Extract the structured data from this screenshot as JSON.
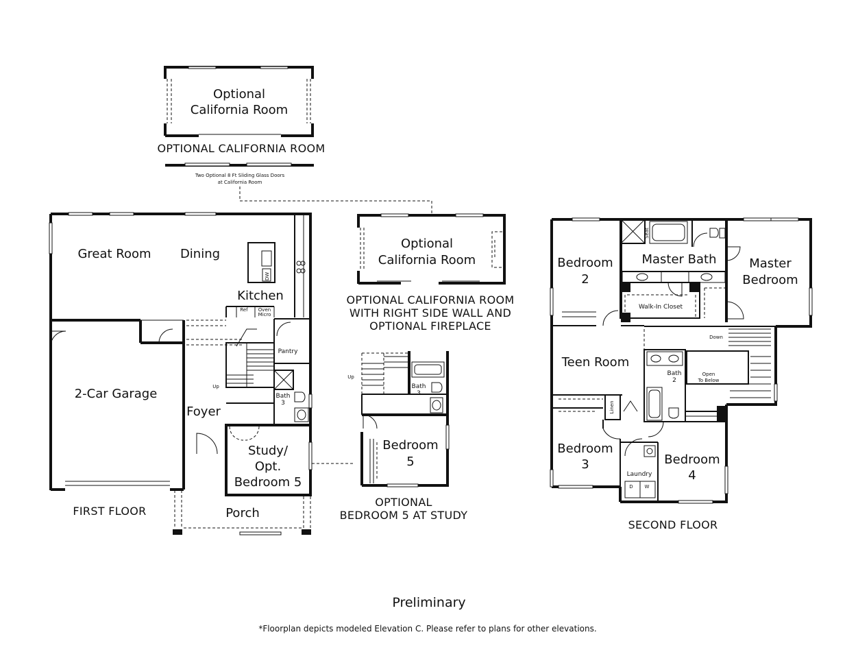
{
  "california_room_top": {
    "room_label_line1": "Optional",
    "room_label_line2": "California Room",
    "caption": "OPTIONAL CALIFORNIA ROOM",
    "note_line1": "Two Optional 8 Ft Sliding Glass Doors",
    "note_line2": "at California Room"
  },
  "first_floor": {
    "caption": "FIRST FLOOR",
    "rooms": {
      "great_room": "Great Room",
      "dining": "Dining",
      "kitchen": "Kitchen",
      "garage": "2-Car Garage",
      "foyer": "Foyer",
      "pantry": "Pantry",
      "study_line1": "Study/",
      "study_line2": "Opt.",
      "study_line3": "Bedroom 5",
      "porch": "Porch",
      "bath3": "Bath",
      "bath3_num": "3"
    },
    "labels": {
      "ref": "Ref",
      "oven": "Oven",
      "micro": "Micro",
      "dw": "DW",
      "up": "Up"
    }
  },
  "california_room_fireplace": {
    "room_label_line1": "Optional",
    "room_label_line2": "California Room",
    "caption_line1": "OPTIONAL CALIFORNIA ROOM",
    "caption_line2": "WITH RIGHT SIDE WALL AND",
    "caption_line3": "OPTIONAL FIREPLACE"
  },
  "bedroom5_option": {
    "room_label_line1": "Bedroom",
    "room_label_line2": "5",
    "bath_label": "Bath",
    "bath_num": "3",
    "up": "Up",
    "caption_line1": "OPTIONAL",
    "caption_line2": "BEDROOM 5 AT STUDY"
  },
  "second_floor": {
    "caption": "SECOND FLOOR",
    "rooms": {
      "bedroom2_line1": "Bedroom",
      "bedroom2_line2": "2",
      "master_bath": "Master Bath",
      "master_bedroom_line1": "Master",
      "master_bedroom_line2": "Bedroom",
      "walk_in_closet": "Walk-In Closet",
      "teen_room": "Teen Room",
      "bath2": "Bath",
      "bath2_num": "2",
      "open_below_line1": "Open",
      "open_below_line2": "To Below",
      "bedroom3_line1": "Bedroom",
      "bedroom3_line2": "3",
      "bedroom4_line1": "Bedroom",
      "bedroom4_line2": "4",
      "linen": "Linen",
      "laundry": "Laundry",
      "seat": "Seat",
      "down": "Down",
      "d": "D",
      "w": "W"
    }
  },
  "footer": {
    "preliminary": "Preliminary",
    "disclaimer": "*Floorplan depicts modeled Elevation C. Please refer to plans for other elevations."
  }
}
